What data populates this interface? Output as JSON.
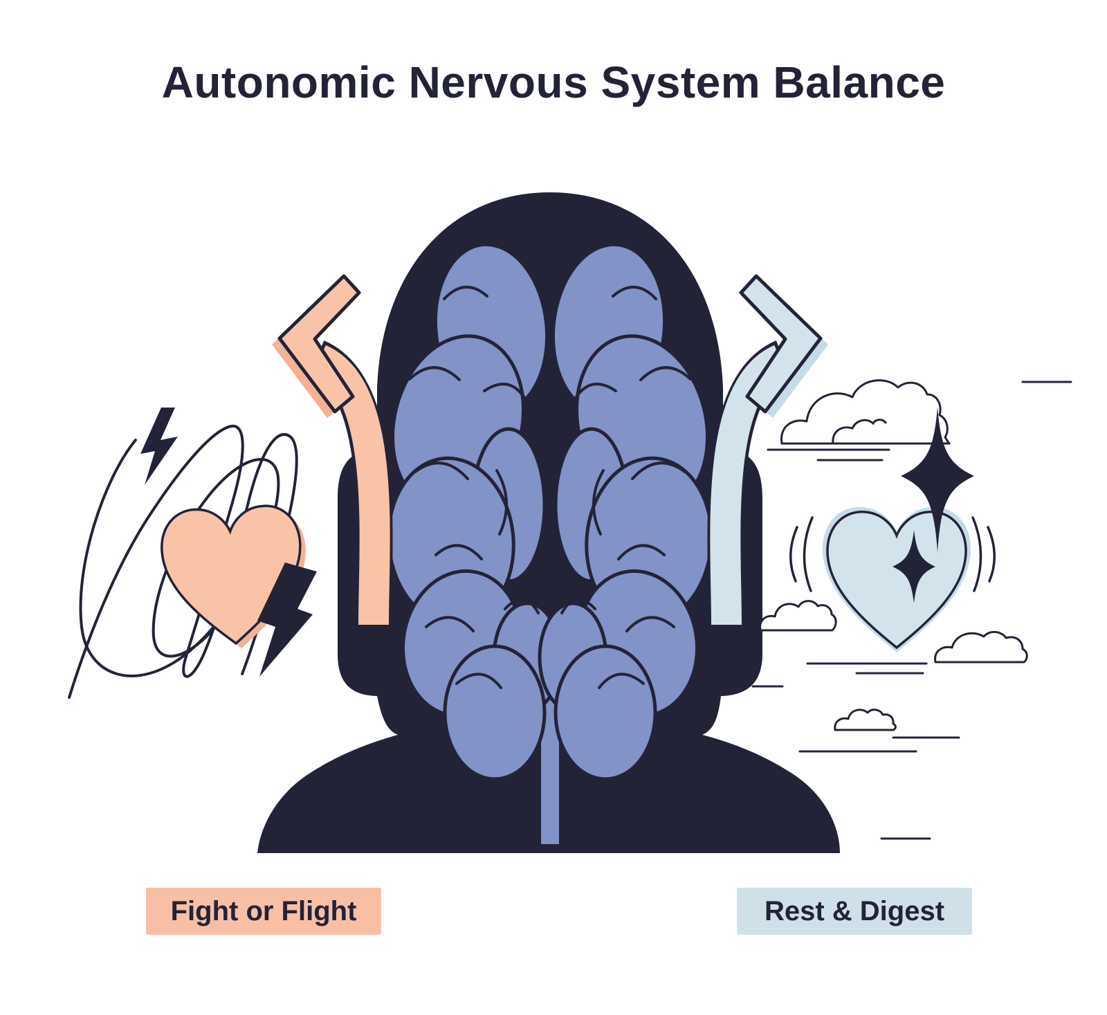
{
  "title": "Autonomic Nervous System Balance",
  "colors": {
    "background": "#ffffff",
    "ink": "#232338",
    "brain": "#8193c7",
    "peach": "#f9c3a7",
    "peach_shadow": "#f4b295",
    "peach_label_bg": "#f9bfa4",
    "blue": "#d2e3ec",
    "blue_shadow": "#c5dce8",
    "blue_label_bg": "#cfe0e8"
  },
  "center": {
    "illustration": "human-head-silhouette-with-brain-and-spinal-cord"
  },
  "branches": {
    "left": {
      "label": "Fight or Flight",
      "icons": [
        "left-curved-arrow",
        "stressed-heart",
        "lightning-bolt-small",
        "lightning-bolt-large",
        "stress-scribble"
      ]
    },
    "right": {
      "label": "Rest & Digest",
      "icons": [
        "right-curved-arrow",
        "calm-heart",
        "sparkle-large",
        "sparkle-small",
        "clouds",
        "breeze-lines",
        "vibration-arcs"
      ]
    }
  }
}
